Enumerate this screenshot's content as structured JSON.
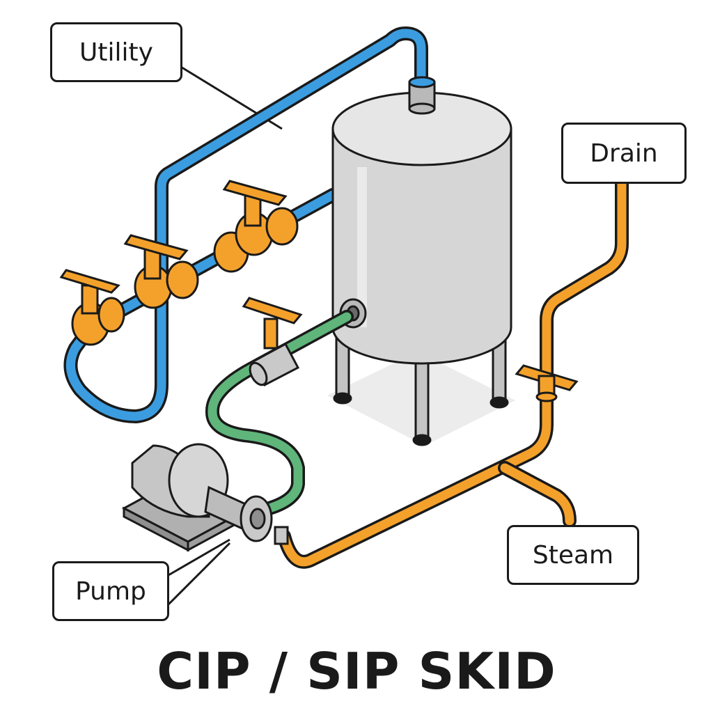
{
  "labels": {
    "utility": "Utility",
    "drain": "Drain",
    "steam": "Steam",
    "pump": "Pump"
  },
  "title": "CIP / SIP SKID",
  "colors": {
    "utility_line": "#3b9de0",
    "return_line": "#5fb57a",
    "drain_steam_line": "#f4a12c",
    "valve": "#f4a12c",
    "tank": "#d6d6d6",
    "outline": "#1a1a1a"
  }
}
